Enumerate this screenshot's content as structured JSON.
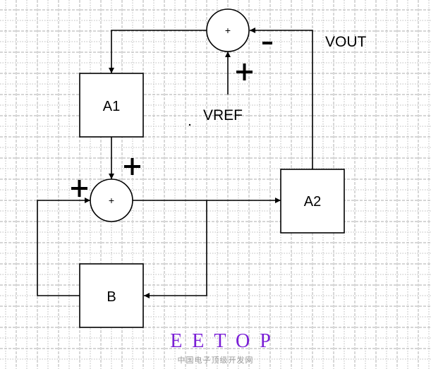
{
  "diagram": {
    "blocks": {
      "a1": "A1",
      "a2": "A2",
      "b": "B"
    },
    "summers": {
      "top": "+",
      "middle": "+"
    },
    "signs": {
      "top_feedback": "-",
      "top_vref": "+",
      "middle_from_a1": "+",
      "middle_from_b": "+"
    },
    "labels": {
      "vout": "VOUT",
      "vref": "VREF"
    }
  },
  "watermark": {
    "title": "EETOP",
    "subtitle": "中国电子顶级开发网",
    "color": "#7a1fd6"
  }
}
